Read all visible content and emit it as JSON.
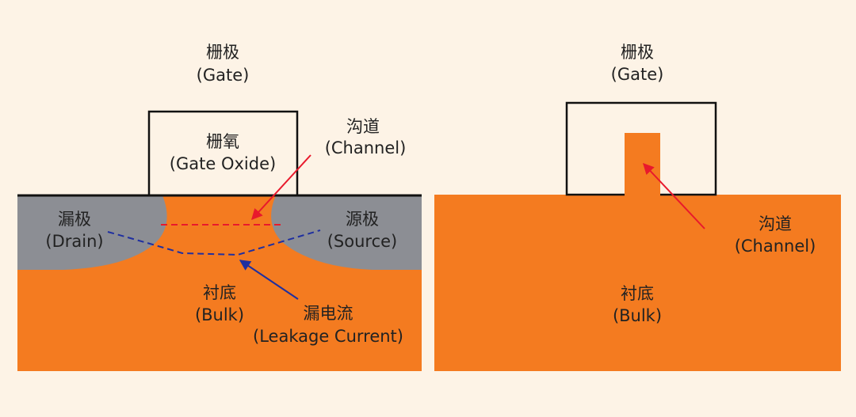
{
  "colors": {
    "background": "#fdf3e6",
    "substrate": "#f47b20",
    "source_drain": "#8c8e94",
    "outline": "#111111",
    "channel_dash": "#e8192c",
    "leakage_dash": "#1f2fa0",
    "arrow_red": "#e8192c",
    "arrow_blue": "#1f2fa0"
  },
  "planar": {
    "gate": {
      "cn": "栅极",
      "en": "(Gate)"
    },
    "gate_oxide": {
      "cn": "栅氧",
      "en": "(Gate Oxide)"
    },
    "channel": {
      "cn": "沟道",
      "en": "(Channel)"
    },
    "drain": {
      "cn": "漏极",
      "en": "(Drain)"
    },
    "source": {
      "cn": "源极",
      "en": "(Source)"
    },
    "bulk": {
      "cn": "衬底",
      "en": "(Bulk)"
    },
    "leakage": {
      "cn": "漏电流",
      "en": "(Leakage Current)"
    }
  },
  "finfet": {
    "gate": {
      "cn": "栅极",
      "en": "(Gate)"
    },
    "channel": {
      "cn": "沟道",
      "en": "(Channel)"
    },
    "bulk": {
      "cn": "衬底",
      "en": "(Bulk)"
    }
  }
}
